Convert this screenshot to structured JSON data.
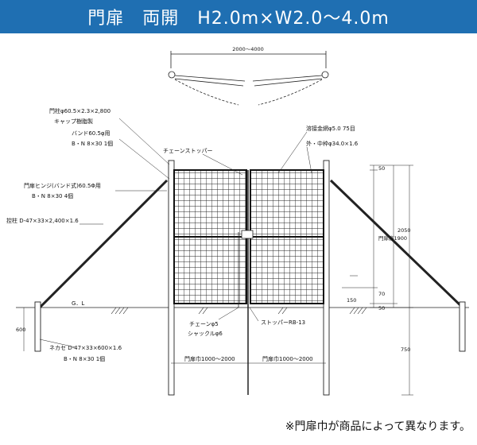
{
  "header": {
    "title": "門扉　両開　H2.0m×W2.0〜4.0m"
  },
  "plan": {
    "width_label": "2000〜4000"
  },
  "labels": {
    "post": "門柱φ60.5×2.3×2,800",
    "cap": "キャップ樹脂製",
    "band": "バンド60.5φ用",
    "band_bolt": "B・N 8×30 1個",
    "hinge": "門扉ヒンジ(バンド式)60.5Φ用",
    "hinge_bolt": "B・N 8×30 4個",
    "brace": "控柱 D-47×33×2,400×1.6",
    "chain_stopper": "チェーンストッパー",
    "mesh": "溶接金網φ5.0 75目",
    "frame": "外・中枠φ34.0×1.6",
    "gl": "G．L",
    "chain": "チェーンφ5",
    "shackle": "シャックルφ6",
    "stopper": "ストッパーRB-13",
    "neck": "ネカセ D-47×33×600×1.6",
    "neck_bolt": "B・N 8×30 1個",
    "leaf_width_left": "門扉巾1000〜2000",
    "leaf_width_right": "門扉巾1000〜2000",
    "gate_height": "門扉高1900"
  },
  "dimensions": {
    "d50_top": "50",
    "d2050": "2050",
    "d70": "70",
    "d150": "150",
    "d50_bottom": "50",
    "d750": "750",
    "d600": "600"
  },
  "footer": {
    "note": "※門扉巾が商品によって異なります。"
  }
}
